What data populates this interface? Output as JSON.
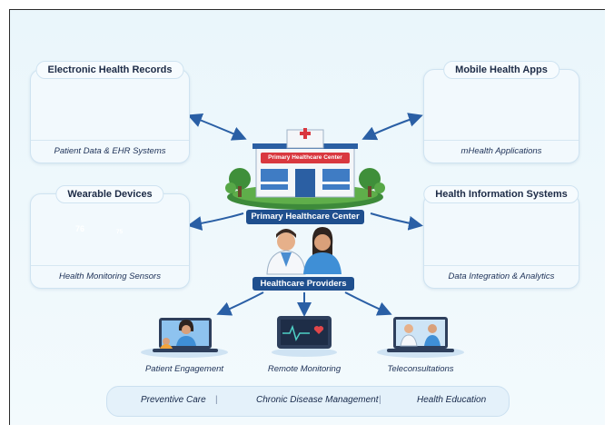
{
  "cards": {
    "ehr": {
      "title": "Electronic Health Records",
      "subtitle": "Patient Data & EHR Systems"
    },
    "mhealth": {
      "title": "Mobile Health Apps",
      "subtitle": "mHealth Applications"
    },
    "wearable": {
      "title": "Wearable Devices",
      "subtitle": "Health Monitoring Sensors",
      "watch_reading": "76",
      "band_reading": "75"
    },
    "his": {
      "title": "Health Information Systems",
      "subtitle": "Data Integration & Analytics"
    }
  },
  "center": {
    "building_sign": "Primary Healthcare Center",
    "banner": "Primary Healthcare Center"
  },
  "providers": {
    "banner": "Healthcare Providers"
  },
  "services": [
    {
      "label": "Patient Engagement"
    },
    {
      "label": "Remote Monitoring"
    },
    {
      "label": "Teleconsultations"
    }
  ],
  "bottom_bar": {
    "items": [
      "Preventive Care",
      "Chronic Disease Management",
      "Health Education"
    ],
    "separator": "|"
  },
  "colors": {
    "accent": "#1f4f8e",
    "arrow": "#2a5fa5",
    "heart": "#e0464a",
    "card_border": "#cfe3f1"
  }
}
